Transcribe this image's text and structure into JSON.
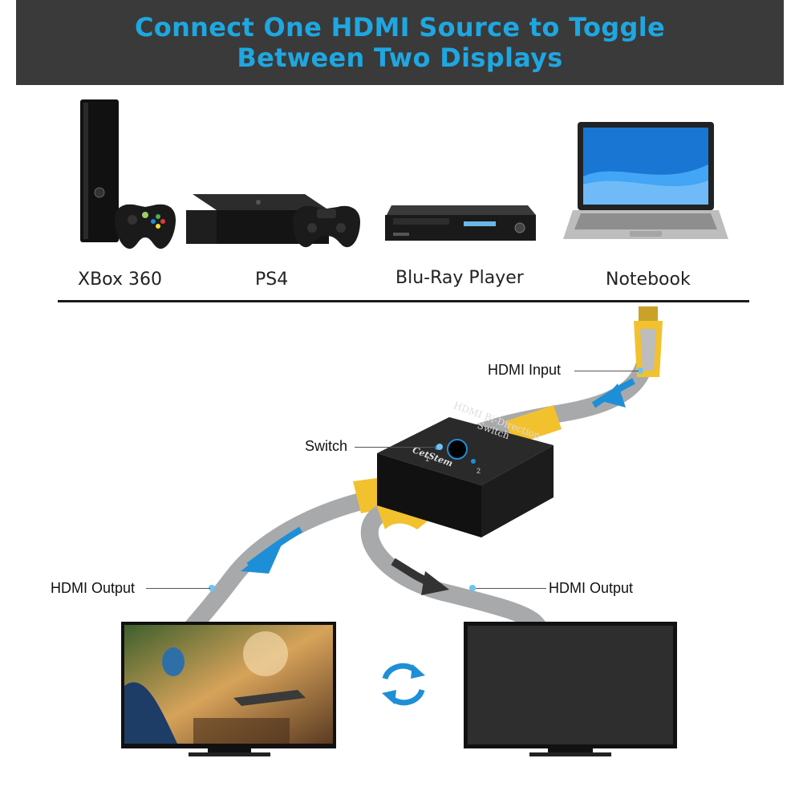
{
  "header": {
    "title_line1": "Connect One HDMI Source to Toggle",
    "title_line2": "Between Two Displays",
    "color": "#1ea7e1",
    "background": "#3a3a3a"
  },
  "devices": [
    {
      "label": "XBox 360",
      "icon": "xbox-360-console-icon"
    },
    {
      "label": "PS4",
      "icon": "ps4-console-icon"
    },
    {
      "label": "Blu-Ray Player",
      "icon": "blu-ray-player-icon"
    },
    {
      "label": "Notebook",
      "icon": "notebook-laptop-icon"
    }
  ],
  "switch_box": {
    "top_text_line1": "HDMI Bi-Direction",
    "top_text_line2": "Switch",
    "brand": "CetStem",
    "port_1": "1",
    "port_2": "2"
  },
  "callouts": {
    "input": "HDMI Input",
    "switch": "Switch",
    "output_left": "HDMI Output",
    "output_right": "HDMI Output"
  },
  "colors": {
    "cable": "#a7a9ab",
    "connector": "#f2c12e",
    "arrow_blue": "#1e8fd6",
    "arrow_dark": "#333333"
  }
}
